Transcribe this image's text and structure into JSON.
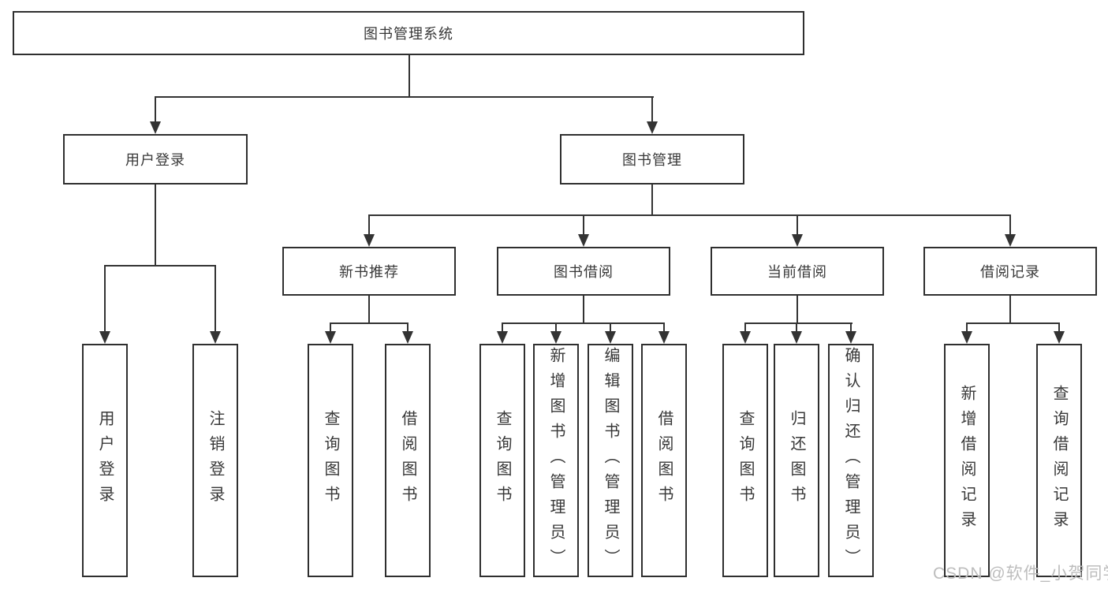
{
  "diagram": {
    "root": {
      "label": "图书管理系统"
    },
    "branches": [
      {
        "label": "用户登录",
        "leaves": [
          "用户登录",
          "注销登录"
        ]
      },
      {
        "label": "图书管理",
        "groups": [
          {
            "label": "新书推荐",
            "leaves": [
              "查询图书",
              "借阅图书"
            ]
          },
          {
            "label": "图书借阅",
            "leaves": [
              "查询图书",
              "新增图书（管理员）",
              "编辑图书（管理员）",
              "借阅图书"
            ]
          },
          {
            "label": "当前借阅",
            "leaves": [
              "查询图书",
              "归还图书",
              "确认归还（管理员）"
            ]
          },
          {
            "label": "借阅记录",
            "leaves": [
              "新增借阅记录",
              "查询借阅记录"
            ]
          }
        ]
      }
    ]
  },
  "watermark": {
    "text": "CSDN @软件_小贺同学"
  },
  "colors": {
    "line": "#333333",
    "box_border": "#2f2f2f",
    "text": "#383838",
    "watermark": "#bdbdbd",
    "background": "#ffffff"
  }
}
